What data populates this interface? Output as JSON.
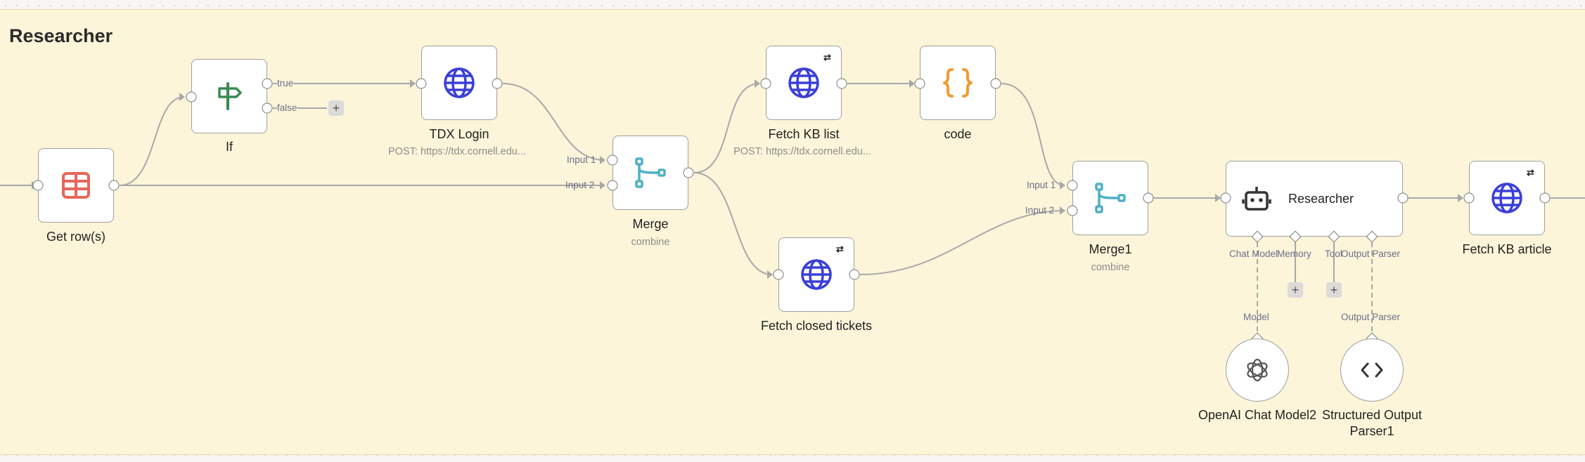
{
  "sticky": {
    "title": "Researcher"
  },
  "nodes": {
    "get_rows": {
      "label": "Get row(s)"
    },
    "if": {
      "label": "If",
      "out_true": "true",
      "out_false": "false"
    },
    "tdx_login": {
      "label": "TDX Login",
      "subtitle": "POST: https://tdx.cornell.edu..."
    },
    "merge": {
      "label": "Merge",
      "subtitle": "combine",
      "in1": "Input 1",
      "in2": "Input 2"
    },
    "fetch_kb_list": {
      "label": "Fetch KB list",
      "subtitle": "POST: https://tdx.cornell.edu..."
    },
    "code": {
      "label": "code"
    },
    "fetch_closed": {
      "label": "Fetch closed tickets"
    },
    "merge1": {
      "label": "Merge1",
      "subtitle": "combine",
      "in1": "Input 1",
      "in2": "Input 2"
    },
    "researcher": {
      "label": "Researcher",
      "port_chat_model": "Chat Model",
      "port_memory": "Memory",
      "port_tool": "Tool",
      "port_output_parser": "Output Parser"
    },
    "fetch_kb_article": {
      "label": "Fetch KB article"
    },
    "openai": {
      "label": "OpenAI Chat Model2",
      "port": "Model"
    },
    "structured": {
      "label_line1": "Structured Output",
      "label_line2": "Parser1",
      "port": "Output Parser"
    }
  },
  "colors": {
    "globe": "#3b3fd8",
    "merge": "#4fb0c6",
    "if": "#3a8a4e",
    "sheet": "#e8665b",
    "code": "#f29a2e",
    "edge": "#a8a8a8"
  },
  "icons": {
    "get_rows": "table-icon",
    "if": "signpost-icon",
    "http": "globe-icon",
    "merge": "merge-icon",
    "code": "braces-icon",
    "agent": "robot-icon",
    "openai": "openai-icon",
    "parser": "code-brackets-icon",
    "retry": "refresh-icon"
  }
}
